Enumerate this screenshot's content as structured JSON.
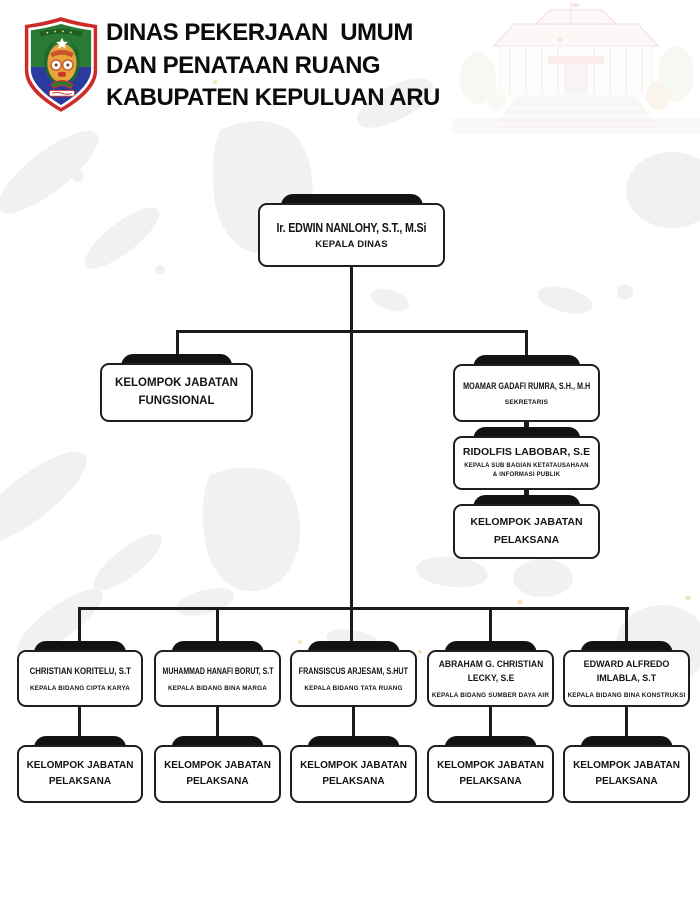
{
  "header": {
    "title_lines": [
      "DINAS PEKERJAAN  UMUM",
      "DAN PENATAAN RUANG",
      "KABUPATEN KEPULUAN ARU"
    ],
    "logo_name": "lambang-kabupaten-kepulauan-aru",
    "photo_name": "kantor-pemerintah-building-photo"
  },
  "colors": {
    "connector_line": "#1b1b1b",
    "box_border": "#1f1f1f",
    "node_tab": "#121212",
    "title_text": "#0c0c0c",
    "logo_red": "#cf2a2a",
    "logo_green": "#2a7a33",
    "logo_blue": "#2a3a9e",
    "logo_gold": "#e8a33d"
  },
  "org": {
    "pelaksana_label": "KELOMPOK JABATAN\nPELAKSANA",
    "kepala": {
      "name": "Ir. EDWIN NANLOHY, S.T., M.Si",
      "title": "KEPALA DINAS"
    },
    "fungsional": {
      "name": "KELOMPOK JABATAN\nFUNGSIONAL"
    },
    "sekretaris": {
      "name": "MOAMAR GADAFI RUMRA, S.H., M.H",
      "title": "SEKRETARIS"
    },
    "subbag": {
      "name": "RIDOLFIS LABOBAR, S.E",
      "title": "KEPALA SUB BAGIAN KETATAUSAHAAN\n& INFORMASI PUBLIK"
    },
    "bidang": [
      {
        "name": "CHRISTIAN KORITELU, S.T",
        "title": "KEPALA BIDANG CIPTA KARYA"
      },
      {
        "name": "MUHAMMAD HANAFI BORUT, S.T",
        "title": "KEPALA BIDANG BINA MARGA"
      },
      {
        "name": "FRANSISCUS ARJESAM, S.HUT",
        "title": "KEPALA BIDANG TATA RUANG"
      },
      {
        "name": "ABRAHAM G. CHRISTIAN\nLECKY, S.E",
        "title": "KEPALA BIDANG SUMBER DAYA AIR"
      },
      {
        "name": "EDWARD ALFREDO\nIMLABLA, S.T",
        "title": "KEPALA BIDANG BINA KONSTRUKSI"
      }
    ]
  }
}
